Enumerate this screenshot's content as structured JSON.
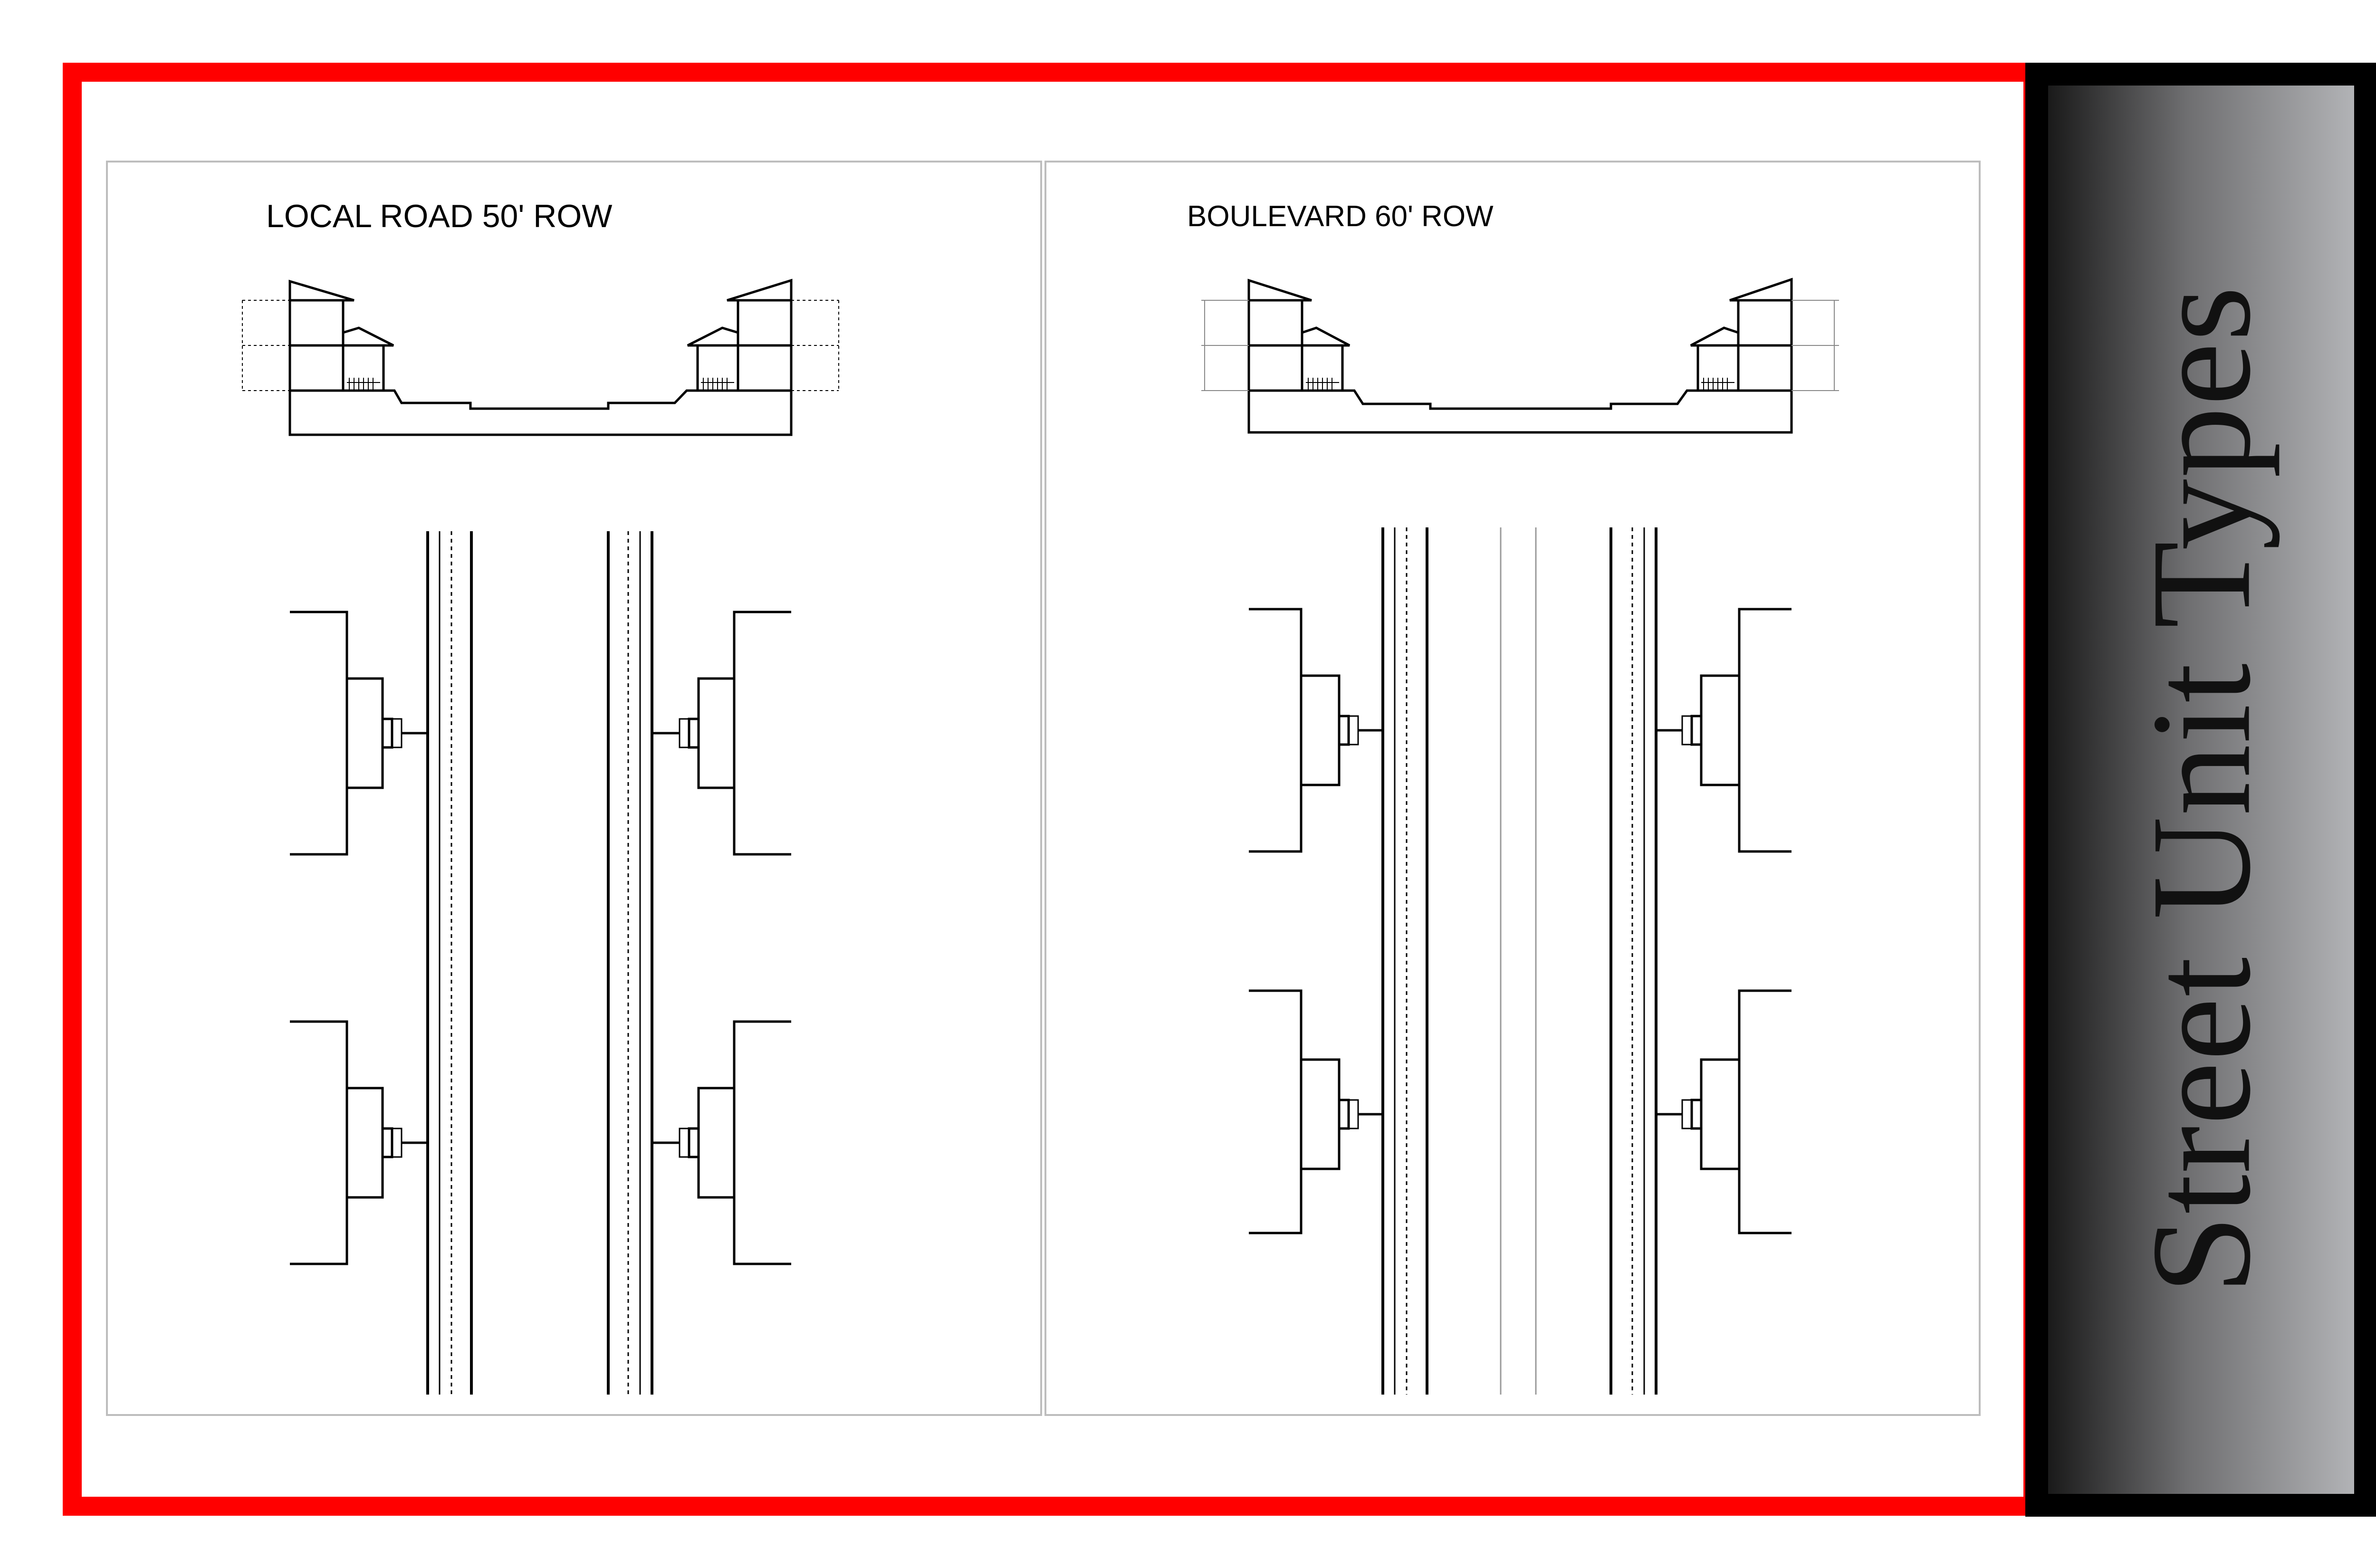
{
  "sheet": {
    "title": "Street Unit Types",
    "frame_color": "#ff0000",
    "title_bar_gradient": [
      "#1a1a1a",
      "#6e6e70",
      "#b2b3b6"
    ]
  },
  "panels": [
    {
      "label": "LOCAL ROAD 50' ROW",
      "median": false
    },
    {
      "label": "BOULEVARD 60' ROW",
      "median": true
    }
  ]
}
